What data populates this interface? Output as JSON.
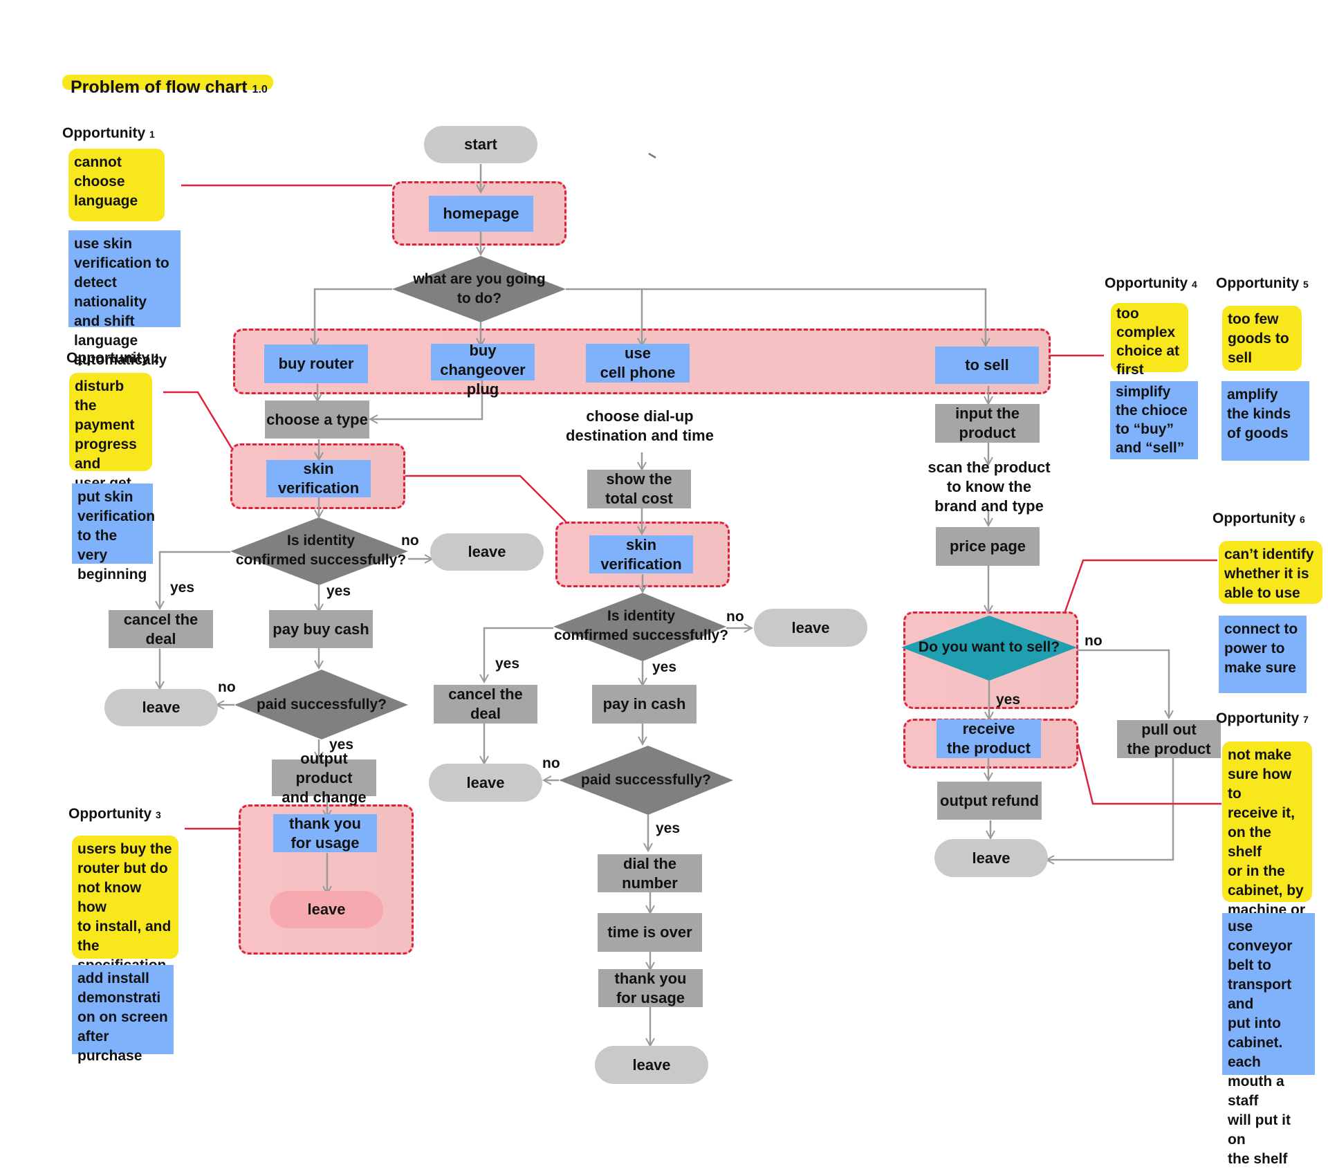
{
  "title": {
    "main": "Problem of flow chart",
    "version": "1.0"
  },
  "flow": {
    "start": "start",
    "homepage": "homepage",
    "q_do": "what are you going\nto do?",
    "buy_router": "buy router",
    "buy_plug": "buy changeover\nplug",
    "use_phone": "use\ncell phone",
    "to_sell": "to sell",
    "choose_type": "choose a type",
    "skin1": "skin verification",
    "q_identity1": "Is identity\nconfirmed successfully?",
    "leave_a": "leave",
    "cancel1": "cancel the deal",
    "pay_cash1": "pay buy cash",
    "leave_b": "leave",
    "q_paid1": "paid successfully?",
    "output_change": "output product\nand change",
    "thank1": "thank you\nfor usage",
    "leave_c": "leave",
    "choose_dial": "choose dial-up\ndestination and time",
    "show_cost": "show the\ntotal cost",
    "skin2": "skin verification",
    "q_identity2": "Is identity\ncomfirmed successfully?",
    "leave_d": "leave",
    "cancel2": "cancel the deal",
    "pay_cash2": "pay in cash",
    "leave_e": "leave",
    "q_paid2": "paid successfully?",
    "dial": "dial the number",
    "time_over": "time is over",
    "thank2": "thank you\nfor usage",
    "leave_f": "leave",
    "input_product": "input the product",
    "scan": "scan the product\nto know the\nbrand and type",
    "price_page": "price page",
    "q_sell": "Do you want to sell?",
    "receive": "receive\nthe product",
    "pull_out": "pull out\nthe product",
    "output_refund": "output refund",
    "leave_g": "leave"
  },
  "edge_labels": {
    "yes": "yes",
    "no": "no"
  },
  "opportunities": [
    {
      "label": "Opportunity",
      "num": "1",
      "problem": "cannot\nchoose\nlanguage",
      "solution": "use skin\nverification to\ndetect nationality\nand shift language\nautomatically"
    },
    {
      "label": "Opportunity",
      "num": "2",
      "problem": "disturb the\npayment\nprogress and\nuser get\nconfused",
      "solution": "put skin\nverification\nto the very\nbeginning"
    },
    {
      "label": "Opportunity",
      "num": "3",
      "problem": "users buy the\nrouter but do\nnot know how\nto install, and\nthe specification\nis in Korean",
      "solution": "add install\ndemonstrati\non on screen\nafter\npurchase"
    },
    {
      "label": "Opportunity",
      "num": "4",
      "problem": "too\ncomplex\nchoice at\nfirst",
      "solution": "simplify\nthe chioce\nto “buy”\nand “sell”"
    },
    {
      "label": "Opportunity",
      "num": "5",
      "problem": "too few\ngoods to\nsell",
      "solution": "amplify\nthe kinds\nof goods"
    },
    {
      "label": "Opportunity",
      "num": "6",
      "problem": "can’t identify\nwhether it is\nable to use",
      "solution": "connect to\npower to\nmake sure"
    },
    {
      "label": "Opportunity",
      "num": "7",
      "problem": "not make\nsure how to\nreceive it,\non the shelf\nor in the\ncabinet, by\nmachine or\nby labour",
      "solution": "use conveyor\nbelt to\ntransport and\nput into\ncabinet. each\nmouth a staff\nwill put it on\nthe shelf"
    }
  ],
  "colors": {
    "process": "#a6a6a6",
    "highlight_step": "#7fb2fb",
    "terminal": "#c9c9c9",
    "decision": "#808080",
    "sell_decision": "#1f9fb0",
    "problem_zone": "#e0213a",
    "problem_note": "#f8e71c",
    "solution_note": "#7fb2fb"
  }
}
